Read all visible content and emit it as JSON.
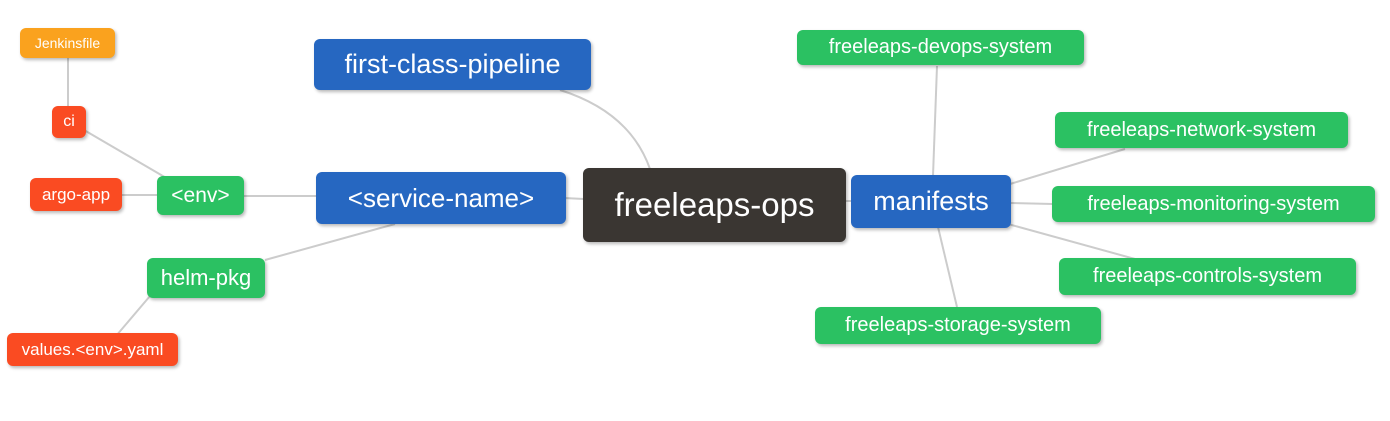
{
  "diagram": {
    "type": "mindmap",
    "root": "freeleaps-ops",
    "nodes": {
      "jenkinsfile": {
        "label": "Jenkinsfile",
        "color": "orange"
      },
      "ci": {
        "label": "ci",
        "color": "red"
      },
      "argo_app": {
        "label": "argo-app",
        "color": "red"
      },
      "env": {
        "label": "<env>",
        "color": "green"
      },
      "first_class_pipeline": {
        "label": "first-class-pipeline",
        "color": "blue"
      },
      "service_name": {
        "label": "<service-name>",
        "color": "blue"
      },
      "helm_pkg": {
        "label": "helm-pkg",
        "color": "green"
      },
      "values_env_yaml": {
        "label": "values.<env>.yaml",
        "color": "red"
      },
      "freeleaps_ops": {
        "label": "freeleaps-ops",
        "color": "dark"
      },
      "manifests": {
        "label": "manifests",
        "color": "blue"
      },
      "devops_system": {
        "label": "freeleaps-devops-system",
        "color": "green"
      },
      "network_system": {
        "label": "freeleaps-network-system",
        "color": "green"
      },
      "monitoring_system": {
        "label": "freeleaps-monitoring-system",
        "color": "green"
      },
      "controls_system": {
        "label": "freeleaps-controls-system",
        "color": "green"
      },
      "storage_system": {
        "label": "freeleaps-storage-system",
        "color": "green"
      }
    },
    "edges": [
      [
        "jenkinsfile",
        "ci"
      ],
      [
        "ci",
        "env"
      ],
      [
        "argo_app",
        "env"
      ],
      [
        "env",
        "service_name"
      ],
      [
        "first_class_pipeline",
        "freeleaps_ops"
      ],
      [
        "service_name",
        "freeleaps_ops"
      ],
      [
        "service_name",
        "helm_pkg"
      ],
      [
        "helm_pkg",
        "values_env_yaml"
      ],
      [
        "freeleaps_ops",
        "manifests"
      ],
      [
        "manifests",
        "devops_system"
      ],
      [
        "manifests",
        "network_system"
      ],
      [
        "manifests",
        "monitoring_system"
      ],
      [
        "manifests",
        "controls_system"
      ],
      [
        "manifests",
        "storage_system"
      ]
    ]
  },
  "palette": {
    "blue": "#2667c1",
    "green": "#2bc162",
    "red": "#fa4b22",
    "orange": "#faa21e",
    "dark": "#3a3632",
    "edge": "#cccccc",
    "text": "#ffffff",
    "background": "#ffffff"
  }
}
